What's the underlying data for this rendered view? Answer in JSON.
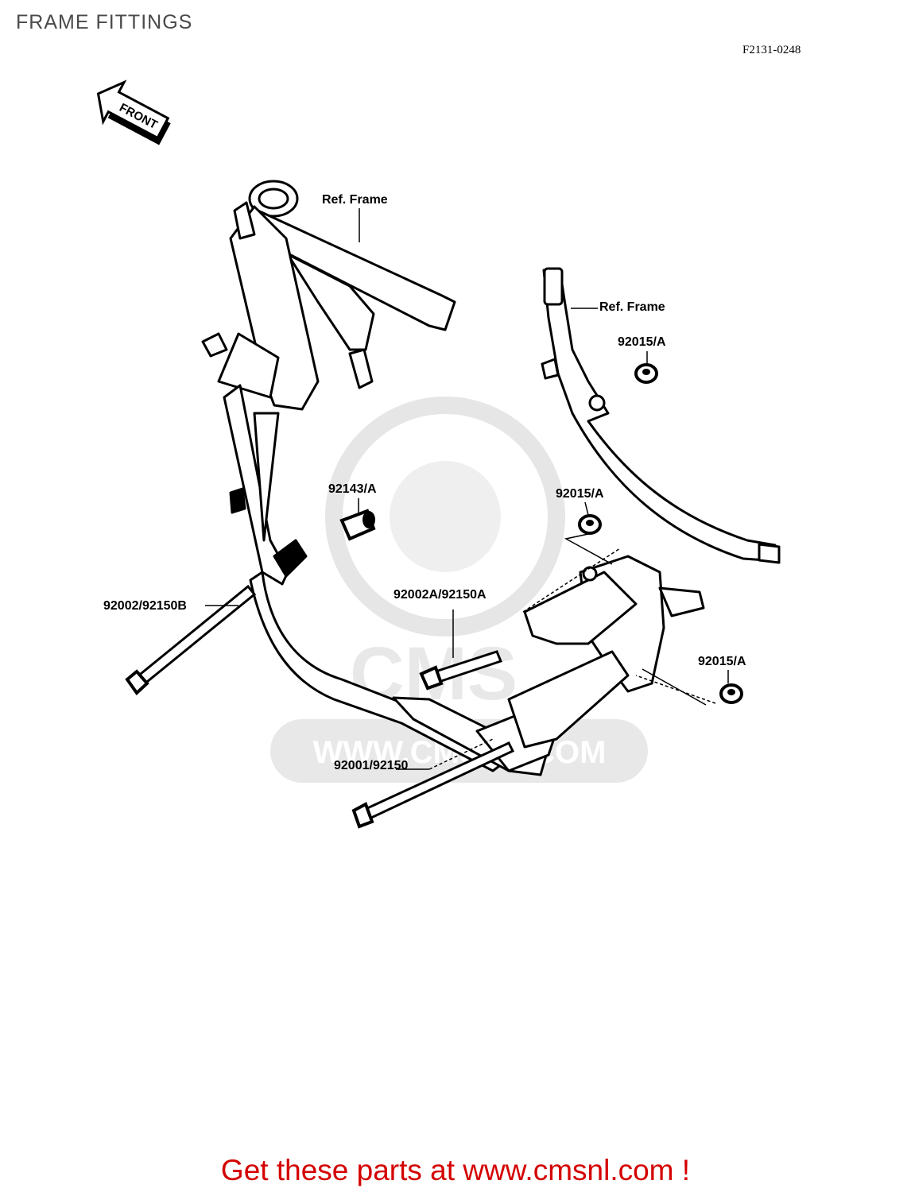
{
  "header": {
    "title": "FRAME FITTINGS",
    "diagram_code": "F2131-0248"
  },
  "front_arrow": {
    "label": "FRONT",
    "icon": "front-arrow-icon"
  },
  "labels": {
    "ref_frame_main": "Ref. Frame",
    "ref_frame_rear": "Ref. Frame",
    "part_92015_top": "92015/A",
    "part_92143": "92143/A",
    "part_92015_mid": "92015/A",
    "part_92002_92150b": "92002/92150B",
    "part_92002a_92150a": "92002A/92150A",
    "part_92015_right": "92015/A",
    "part_92001_92150": "92001/92150"
  },
  "watermark": {
    "text": "WWW.CMSNL.COM",
    "brand": "CMS"
  },
  "footer": {
    "text": "Get these parts at www.cmsnl.com !"
  },
  "colors": {
    "footer": "#d40000",
    "watermark": "#e6e6e6",
    "lines": "#000000"
  }
}
